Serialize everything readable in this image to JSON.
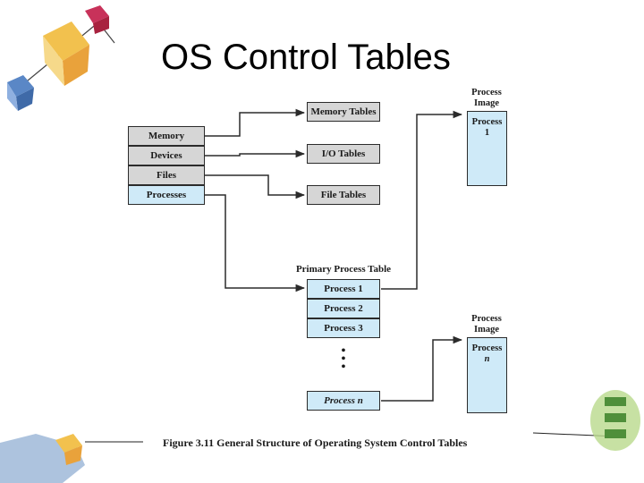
{
  "slide": {
    "title": "OS Control Tables",
    "caption": "Figure 3.11  General Structure of Operating System Control Tables"
  },
  "diagram": {
    "left_table": [
      "Memory",
      "Devices",
      "Files",
      "Processes"
    ],
    "memory_tables": "Memory Tables",
    "io_tables": "I/O Tables",
    "file_tables": "File Tables",
    "primary_process_table_label": "Primary Process Table",
    "process_rows": [
      "Process 1",
      "Process 2",
      "Process 3"
    ],
    "ellipsis": "•\n•\n•",
    "process_n": "Process n",
    "process_image_top": {
      "header_line1": "Process",
      "header_line2": "Image",
      "inner_line1": "Process",
      "inner_line2": "1"
    },
    "process_image_bottom": {
      "header_line1": "Process",
      "header_line2": "Image",
      "inner_line1": "Process",
      "inner_line2": "n"
    }
  },
  "colors": {
    "gray_cell": "#d6d6d6",
    "blue_cell": "#cfeaf8",
    "line": "#2b2b2b"
  }
}
